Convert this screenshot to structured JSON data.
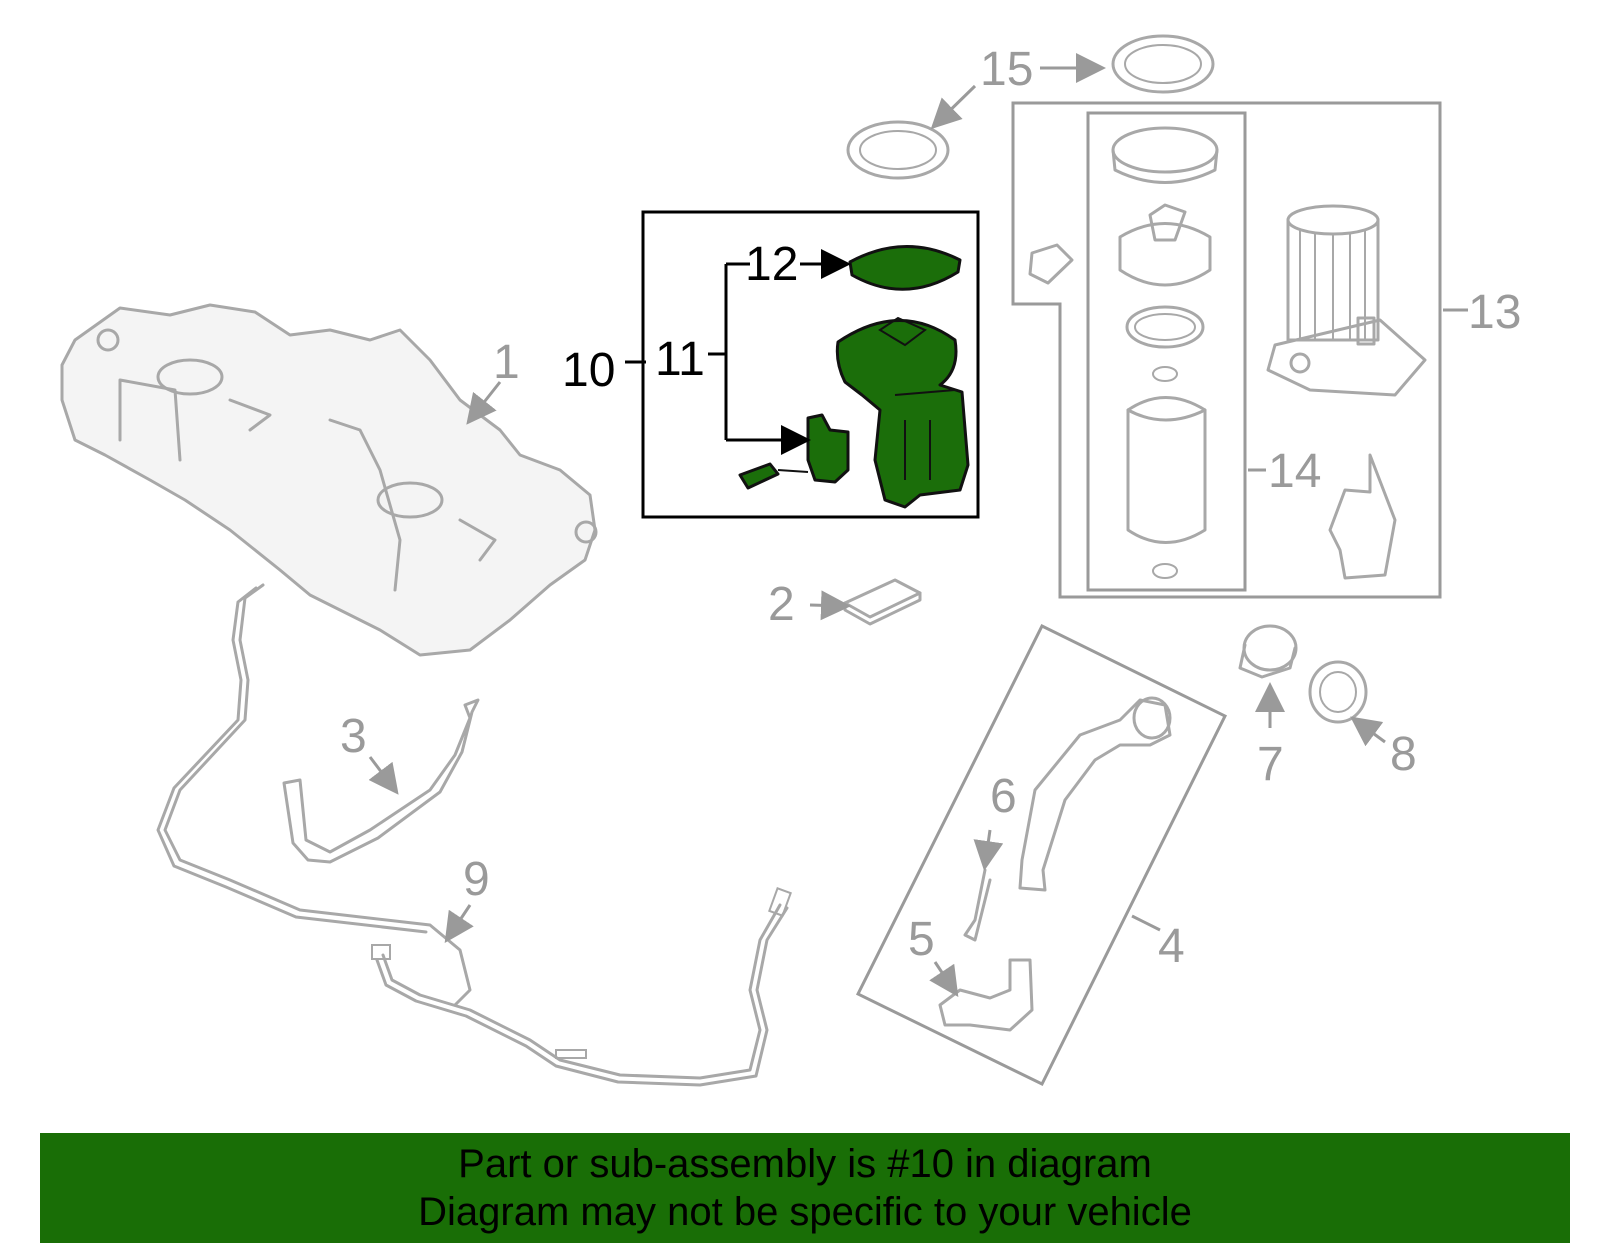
{
  "callouts": {
    "c1": "1",
    "c2": "2",
    "c3": "3",
    "c4": "4",
    "c5": "5",
    "c6": "6",
    "c7": "7",
    "c8": "8",
    "c9": "9",
    "c10": "10",
    "c11": "11",
    "c12": "12",
    "c13": "13",
    "c14": "14",
    "c15": "15"
  },
  "banner": {
    "line1": "Part or sub-assembly is #10 in diagram",
    "line2": "Diagram may not be specific to your vehicle"
  },
  "colors": {
    "highlight": "#1b6e0a",
    "banner": "#196e06",
    "outline": "#a8a8a8"
  }
}
